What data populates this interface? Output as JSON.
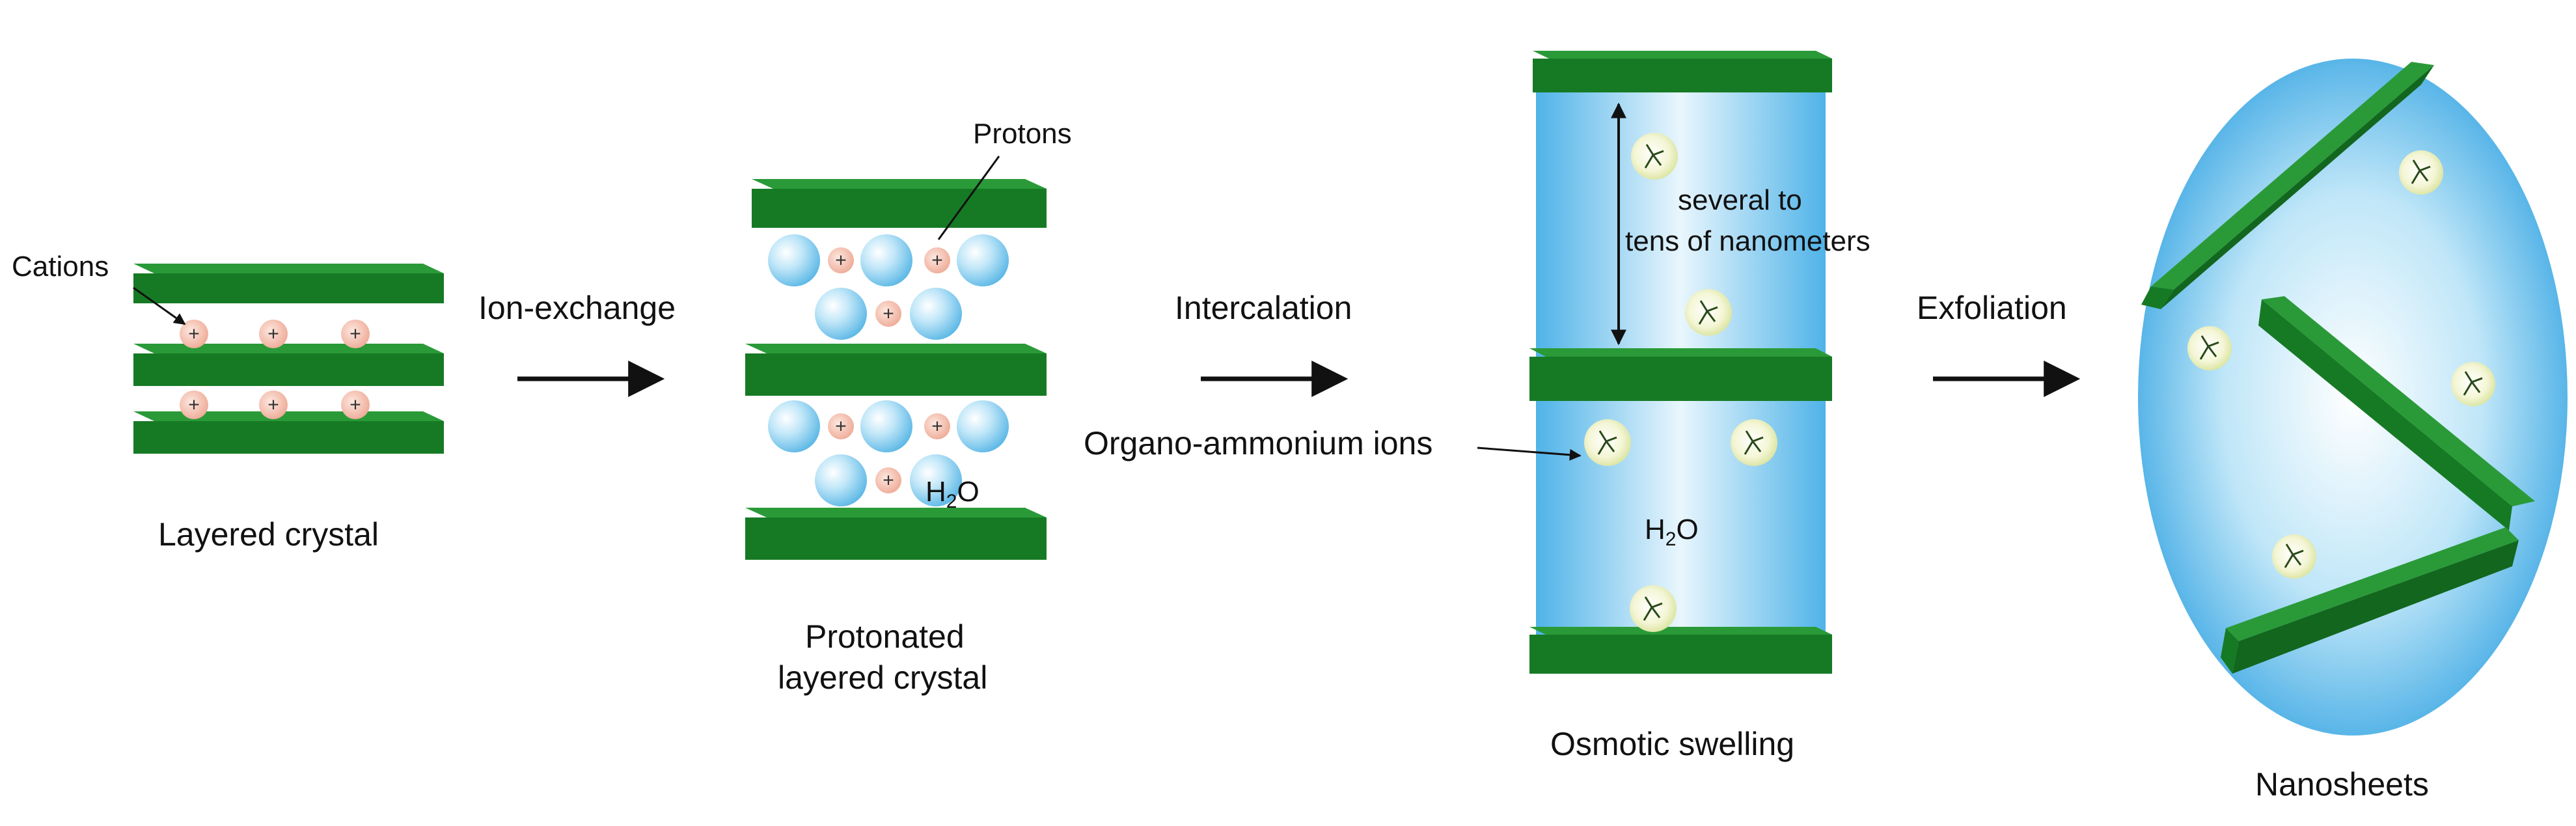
{
  "steps": {
    "layered_crystal": "Layered crystal",
    "protonated_line1": "Protonated",
    "protonated_line2": "layered crystal",
    "osmotic_swelling": "Osmotic swelling",
    "nanosheets": "Nanosheets"
  },
  "arrows": {
    "ion_exchange": "Ion-exchange",
    "intercalation": "Intercalation",
    "exfoliation": "Exfoliation"
  },
  "callouts": {
    "cations": "Cations",
    "protons": "Protons",
    "organo_ammonium": "Organo-ammonium ions",
    "spacing_line1": "several to",
    "spacing_line2": "tens of nanometers"
  },
  "water": {
    "protonated_h2o_main": "H",
    "protonated_h2o_sub": "2",
    "protonated_h2o_end": "O",
    "swelling_h2o_main": "H",
    "swelling_h2o_sub": "2",
    "swelling_h2o_end": "O"
  },
  "ion_symbol": "+",
  "colors": {
    "sheet_top": "#1e8a2e",
    "sheet_front": "#12661e",
    "cation_fill": "#f6c9b8",
    "proton_fill": "#f9d0c4",
    "water_sphere": "#8fd0f0",
    "solvent": "#7cc9ef",
    "organo_ion": "#f0f3c8"
  }
}
